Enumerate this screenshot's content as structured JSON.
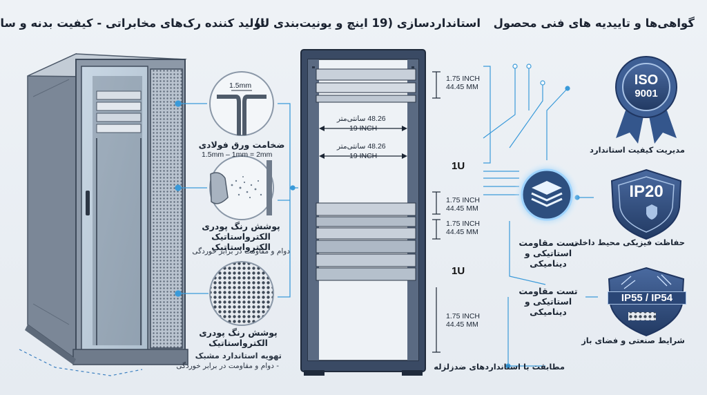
{
  "headers": {
    "left": "تولید کننده رک‌های مخابراتی - کیفیت بدنه و ساختار",
    "middle": "استانداردسازی (19 اینچ و یونیت‌بندی U)",
    "right": "گواهی‌ها و تاییدیه های فنی محصول"
  },
  "left_panel": {
    "thickness_callout": "1.5mm",
    "steel": {
      "title": "ضخامت ورق فولادی",
      "values": "1.5mm – 1mm = 2mm"
    },
    "powder_coat": {
      "title": "پوشش رنگ پودری الکترواستاتیک الکترواستاتیک",
      "note": "دوام و مقاومت در برابر خوردگی"
    },
    "mesh": {
      "title": "پوشش رنگ پودری الکترواستاتیک",
      "subtitle": "تهویه استاندارد مشبک",
      "note": "- دوام و مقاومت در برابر خوردگی"
    }
  },
  "middle_panel": {
    "width_cm": "48.26 سانتی‌متر",
    "width_in": "19 INCH",
    "unit_label": "1U",
    "dimensions": [
      {
        "inch": "1.75 INCH",
        "mm": "44.45 MM"
      },
      {
        "inch": "1.75 INCH",
        "mm": "44.45 MM"
      },
      {
        "inch": "1.75 INCH",
        "mm": "44.45 MM"
      },
      {
        "inch": "1.75 INCH",
        "mm": "44.45 MM"
      }
    ]
  },
  "right_panel": {
    "iso": {
      "line1": "ISO",
      "line2": "9001",
      "caption": "مدیریت کیفیت استاندارد"
    },
    "ip20": {
      "badge": "IP20",
      "caption": "حفاظت فیزیکی محیط داخلی"
    },
    "ip55": {
      "badge": "IP55 / IP54",
      "caption": "شرایط صنعتی و فضای باز"
    },
    "test1": "تست مقاومت استاتیکی و دینامیکی",
    "test2": "تست مقاومت استاتیکی و دینامیکی",
    "seismic": "مطابقت با استانداردهای ضدزلزله"
  },
  "colors": {
    "rack_dark": "#2e3d55",
    "accent_blue": "#3a9ad9",
    "badge_navy": "#2f4a78",
    "frame_grey": "#9aa6b4"
  },
  "icons": [
    "layers-icon",
    "shield-icon",
    "water-spray-icon",
    "dust-icon",
    "spray-nozzle-icon",
    "mesh-icon"
  ]
}
